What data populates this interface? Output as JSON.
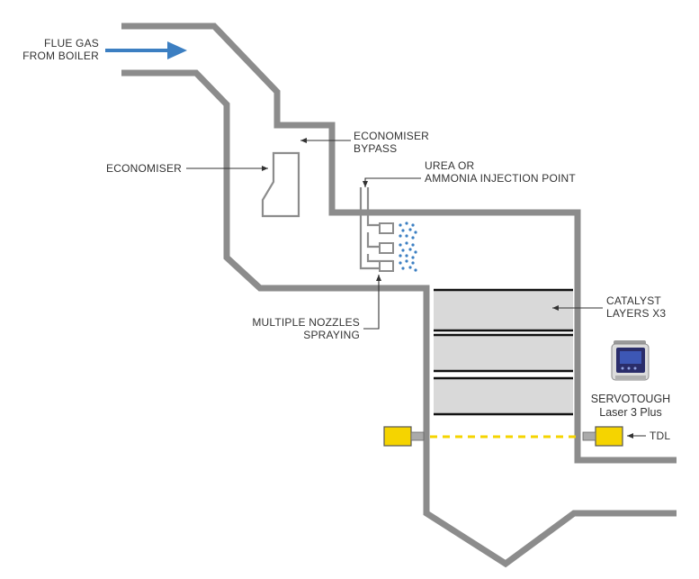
{
  "labels": {
    "flue_gas_line1": "FLUE GAS",
    "flue_gas_line2": "FROM BOILER",
    "economiser": "ECONOMISER",
    "economiser_bypass_line1": "ECONOMISER",
    "economiser_bypass_line2": "BYPASS",
    "injection_line1": "UREA OR",
    "injection_line2": "AMMONIA INJECTION POINT",
    "catalyst_line1": "CATALYST",
    "catalyst_line2": "LAYERS X3",
    "nozzles_line1": "MULTIPLE NOZZLES",
    "nozzles_line2": "SPRAYING",
    "device_line1": "SERVOTOUGH",
    "device_line2": "Laser 3 Plus",
    "tdl": "TDL"
  },
  "colors": {
    "duct": "#8c8c8c",
    "flow_arrow": "#3c7fc2",
    "spray_dots": "#3c7fc2",
    "catalyst_fill": "#d9d9d9",
    "catalyst_edge": "#111111",
    "tdl_unit": "#f5d400",
    "laser_beam": "#f5d400",
    "text": "#333333"
  },
  "icons": {
    "flow_arrow": "right-arrow",
    "device": "analyzer-device"
  },
  "counts": {
    "catalyst_layers": 3,
    "spray_nozzles": 3
  }
}
